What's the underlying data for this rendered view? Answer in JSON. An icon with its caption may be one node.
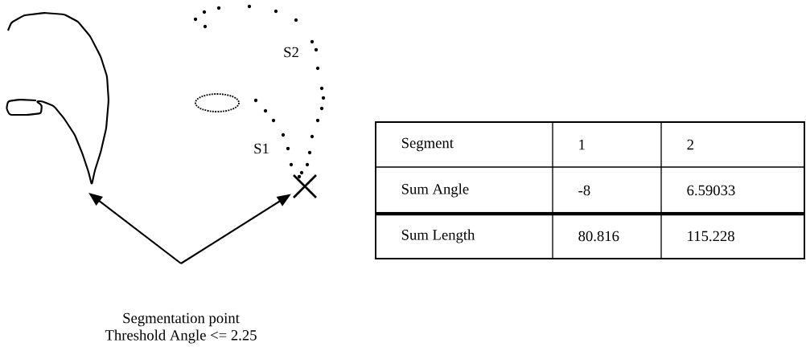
{
  "diagram": {
    "nodes": [
      {
        "text": [],
        "shape": "picture"
      },
      {
        "text": [],
        "shape": "picture"
      }
    ],
    "edges": [
      {
        "from": null,
        "to": 0,
        "arrow": "to"
      },
      {
        "from": null,
        "to": 1,
        "arrow": "to"
      }
    ],
    "labels": [
      "S2",
      "S1",
      "Segment",
      "1",
      "2",
      "Sum Angle",
      "-8",
      "6.59033",
      "Sum Length",
      "80.816",
      "115.228",
      "Segmentation point",
      "Threshold Angle <= 2.25"
    ]
  }
}
